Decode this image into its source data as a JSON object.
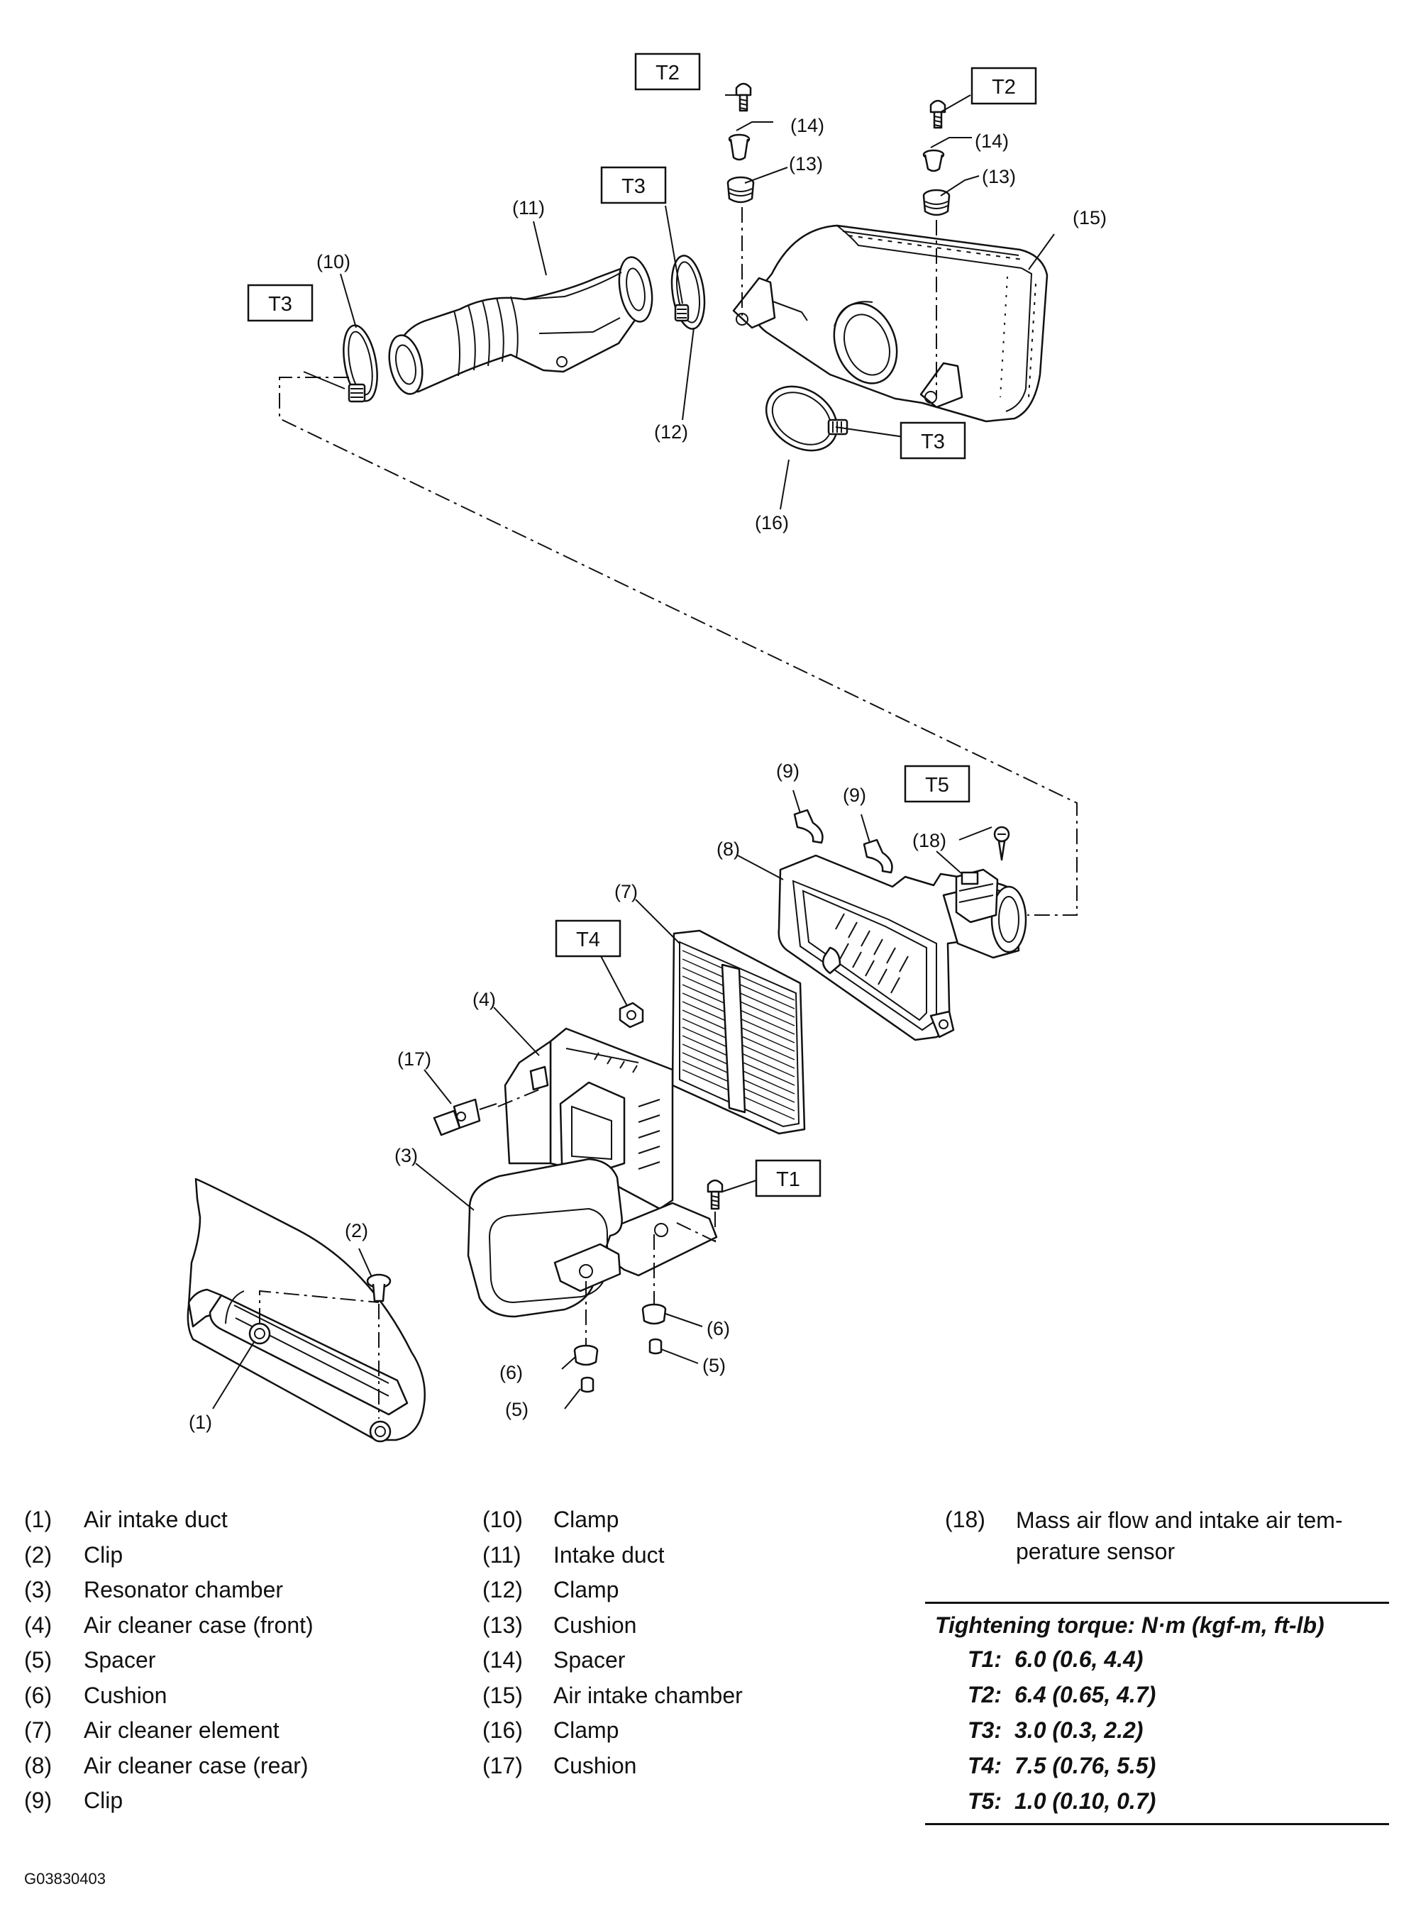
{
  "callouts": {
    "c1": "(1)",
    "c2": "(2)",
    "c3": "(3)",
    "c4": "(4)",
    "c5a": "(5)",
    "c5b": "(5)",
    "c6a": "(6)",
    "c6b": "(6)",
    "c7": "(7)",
    "c8": "(8)",
    "c9a": "(9)",
    "c9b": "(9)",
    "c10": "(10)",
    "c11": "(11)",
    "c12": "(12)",
    "c13a": "(13)",
    "c13b": "(13)",
    "c14a": "(14)",
    "c14b": "(14)",
    "c15": "(15)",
    "c16": "(16)",
    "c17": "(17)",
    "c18": "(18)"
  },
  "torque_boxes": {
    "t1": "T1",
    "t2a": "T2",
    "t2b": "T2",
    "t3a": "T3",
    "t3b": "T3",
    "t3c": "T3",
    "t4": "T4",
    "t5": "T5"
  },
  "legend": {
    "col1": [
      {
        "num": "(1)",
        "desc": "Air intake duct"
      },
      {
        "num": "(2)",
        "desc": "Clip"
      },
      {
        "num": "(3)",
        "desc": "Resonator chamber"
      },
      {
        "num": "(4)",
        "desc": "Air cleaner case (front)"
      },
      {
        "num": "(5)",
        "desc": "Spacer"
      },
      {
        "num": "(6)",
        "desc": "Cushion"
      },
      {
        "num": "(7)",
        "desc": "Air cleaner element"
      },
      {
        "num": "(8)",
        "desc": "Air cleaner case (rear)"
      },
      {
        "num": "(9)",
        "desc": "Clip"
      }
    ],
    "col2": [
      {
        "num": "(10)",
        "desc": "Clamp"
      },
      {
        "num": "(11)",
        "desc": "Intake duct"
      },
      {
        "num": "(12)",
        "desc": "Clamp"
      },
      {
        "num": "(13)",
        "desc": "Cushion"
      },
      {
        "num": "(14)",
        "desc": "Spacer"
      },
      {
        "num": "(15)",
        "desc": "Air intake chamber"
      },
      {
        "num": "(16)",
        "desc": "Clamp"
      },
      {
        "num": "(17)",
        "desc": "Cushion"
      }
    ],
    "col3": [
      {
        "num": "(18)",
        "desc": "Mass air flow and intake air tem-perature sensor"
      }
    ]
  },
  "torque_table": {
    "heading": "Tightening torque: N·m (kgf-m, ft-lb)",
    "rows": [
      {
        "key": "T1:",
        "value": "6.0 (0.6, 4.4)"
      },
      {
        "key": "T2:",
        "value": "6.4 (0.65, 4.7)"
      },
      {
        "key": "T3:",
        "value": "3.0 (0.3, 2.2)"
      },
      {
        "key": "T4:",
        "value": "7.5 (0.76, 5.5)"
      },
      {
        "key": "T5:",
        "value": "1.0 (0.10, 0.7)"
      }
    ]
  },
  "figure_id": "G03830403"
}
